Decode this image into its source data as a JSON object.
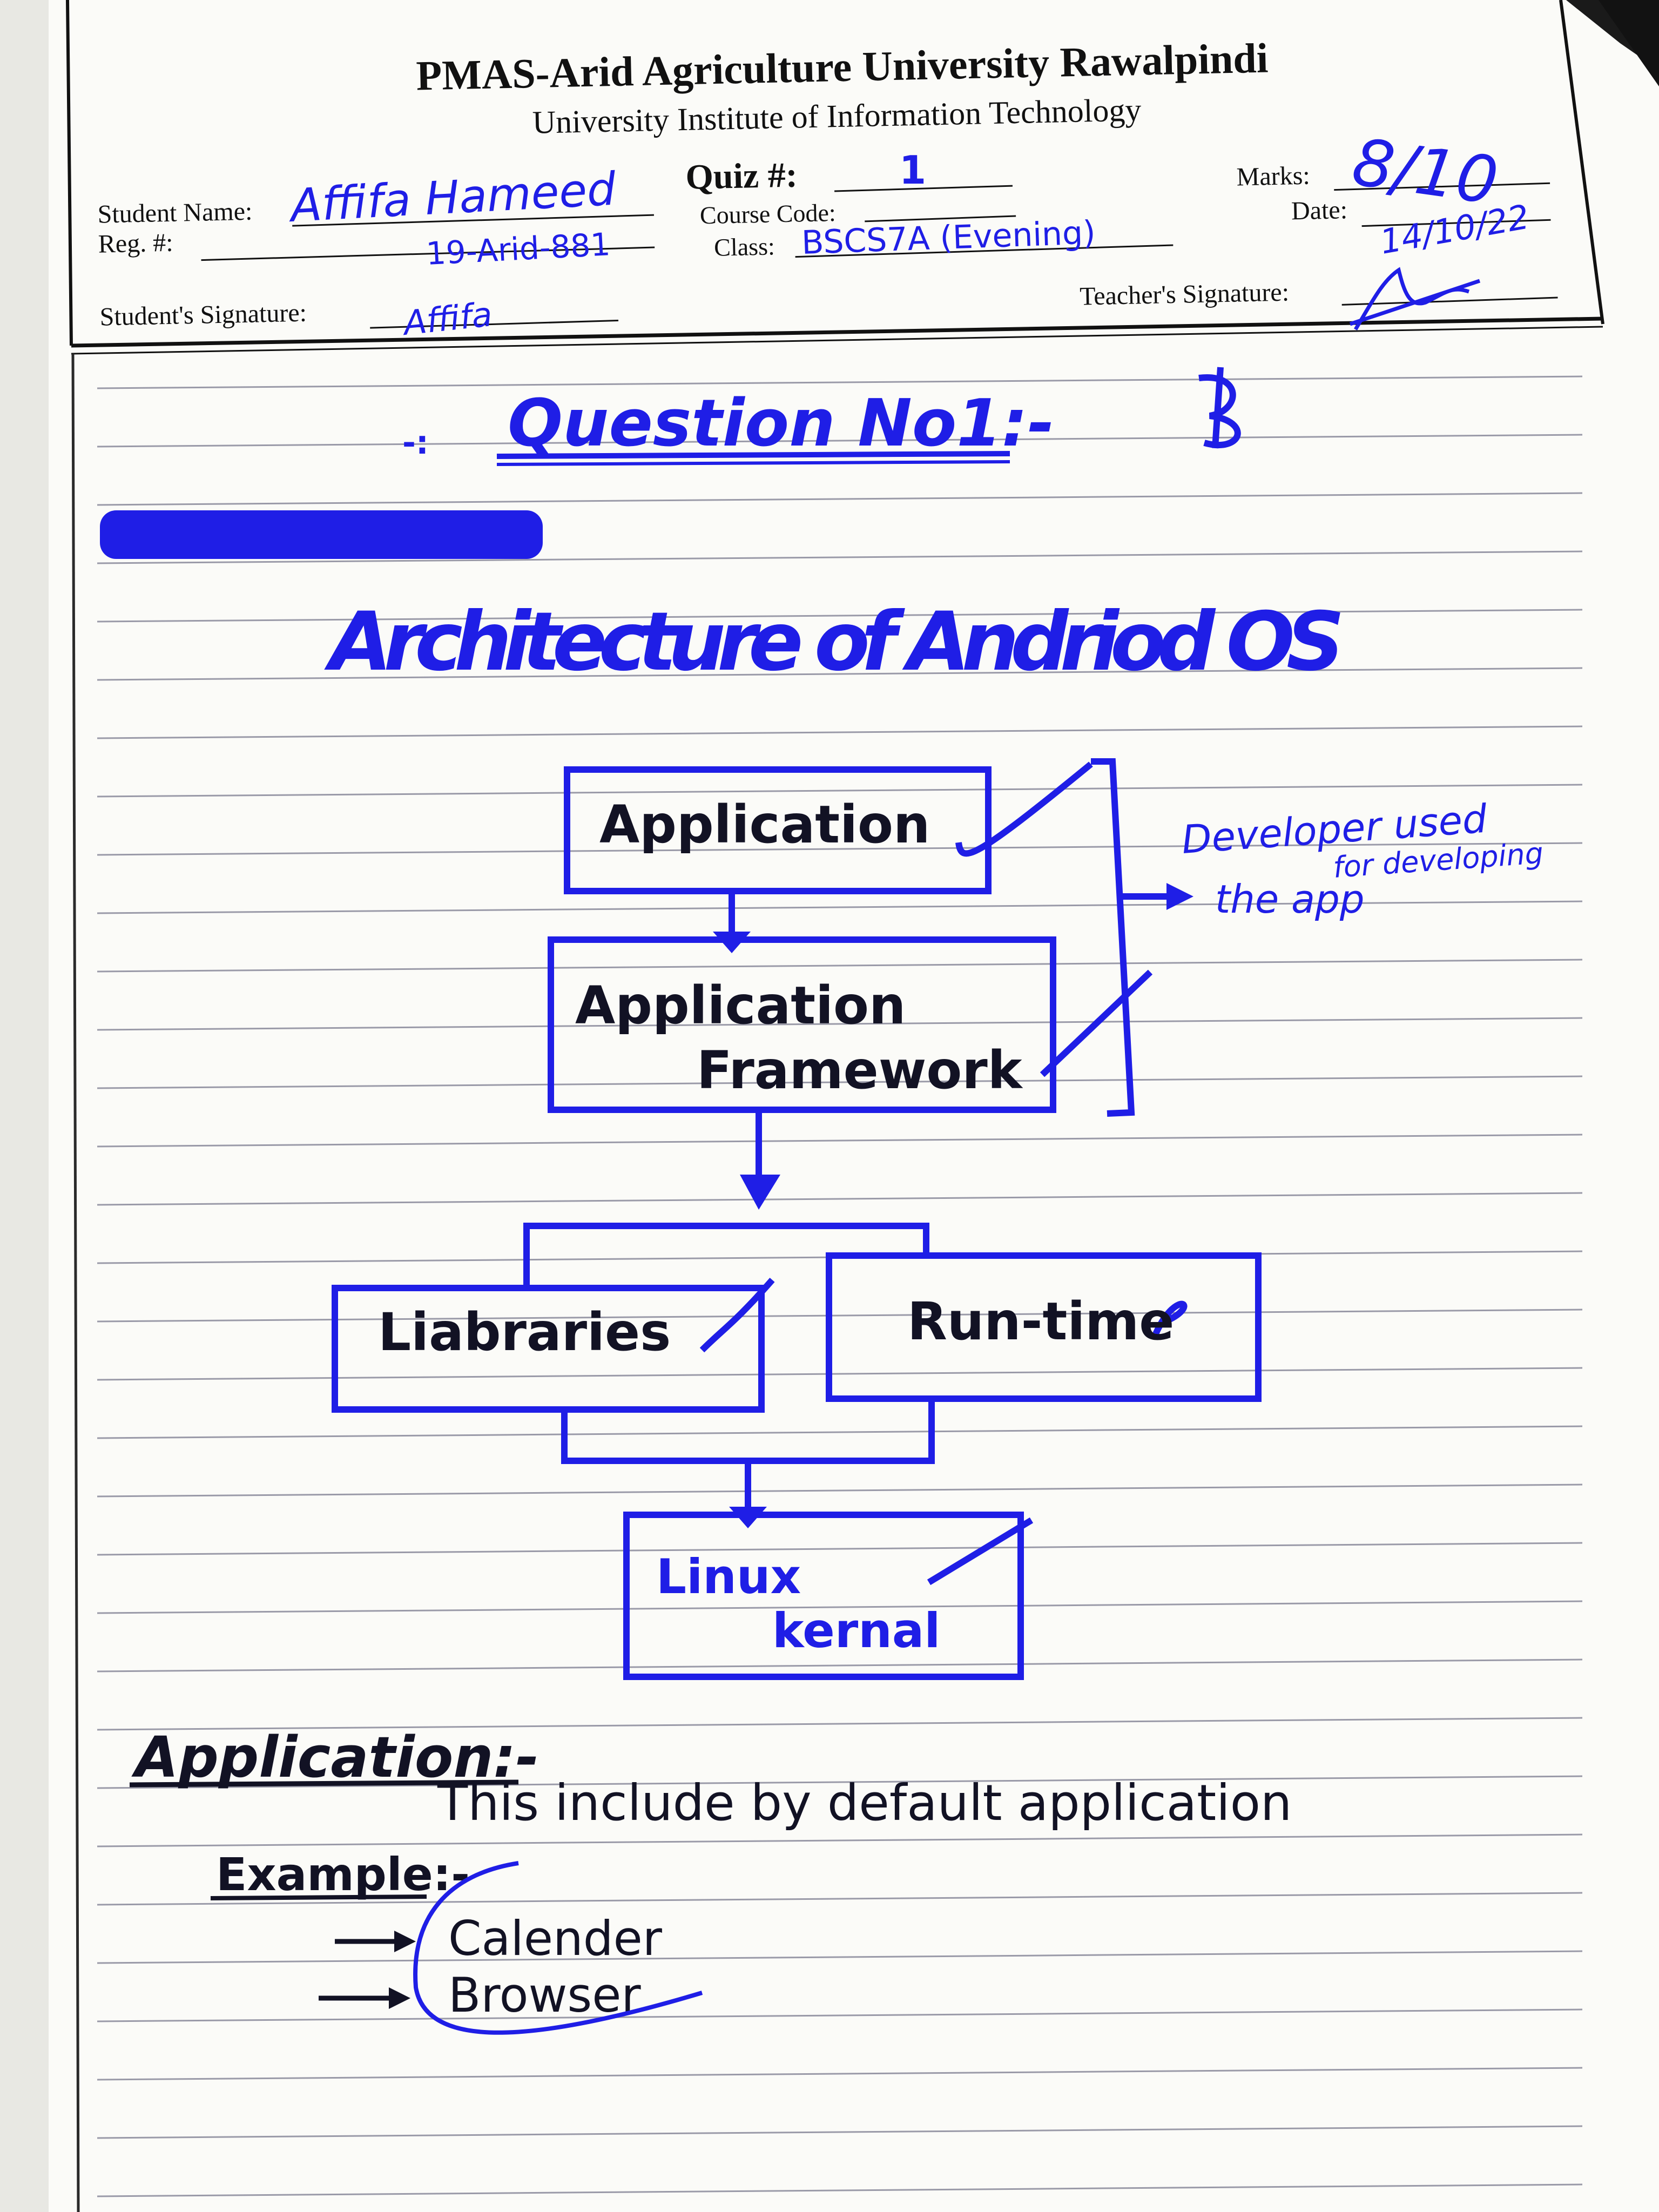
{
  "header": {
    "university": "PMAS-Arid Agriculture University Rawalpindi",
    "institute": "University Institute of Information Technology",
    "quiz_label": "Quiz #:",
    "quiz_value": "1",
    "student_name_label": "Student Name:",
    "student_name_value": "Affifa Hameed",
    "reg_label": "Reg. #:",
    "reg_value": "19-Arid-881",
    "course_code_label": "Course Code:",
    "class_label": "Class:",
    "class_value": "BSCS7A (Evening)",
    "marks_label": "Marks:",
    "marks_value": "8/10",
    "date_label": "Date:",
    "date_value": "14/10/22",
    "student_signature_label": "Student's Signature:",
    "student_signature_value": "Affifa",
    "teacher_signature_label": "Teacher's Signature:"
  },
  "body": {
    "question_heading": "Question No1:-",
    "question_prefix": "-:",
    "title": "Architecture of Andriod OS",
    "diagram": {
      "box_application": "Application",
      "box_framework_line1": "Application",
      "box_framework_line2": "Framework",
      "box_libraries": "Liabraries",
      "box_runtime": "Run-time",
      "box_kernel_line1": "Linux",
      "box_kernel_line2": "kernal",
      "side_note_line1": "Developer used",
      "side_note_line2": "for developing",
      "side_note_line3": "the app"
    },
    "section_heading": "Application:-",
    "section_text": "This include by default application",
    "example_label": "Example:-",
    "examples": [
      "Calender",
      "Browser"
    ]
  },
  "colors": {
    "ink_blue": "#1f1ee6",
    "ink_black": "#121224",
    "paper": "#fbfbf8",
    "rule_line": "#9a9aa8"
  }
}
